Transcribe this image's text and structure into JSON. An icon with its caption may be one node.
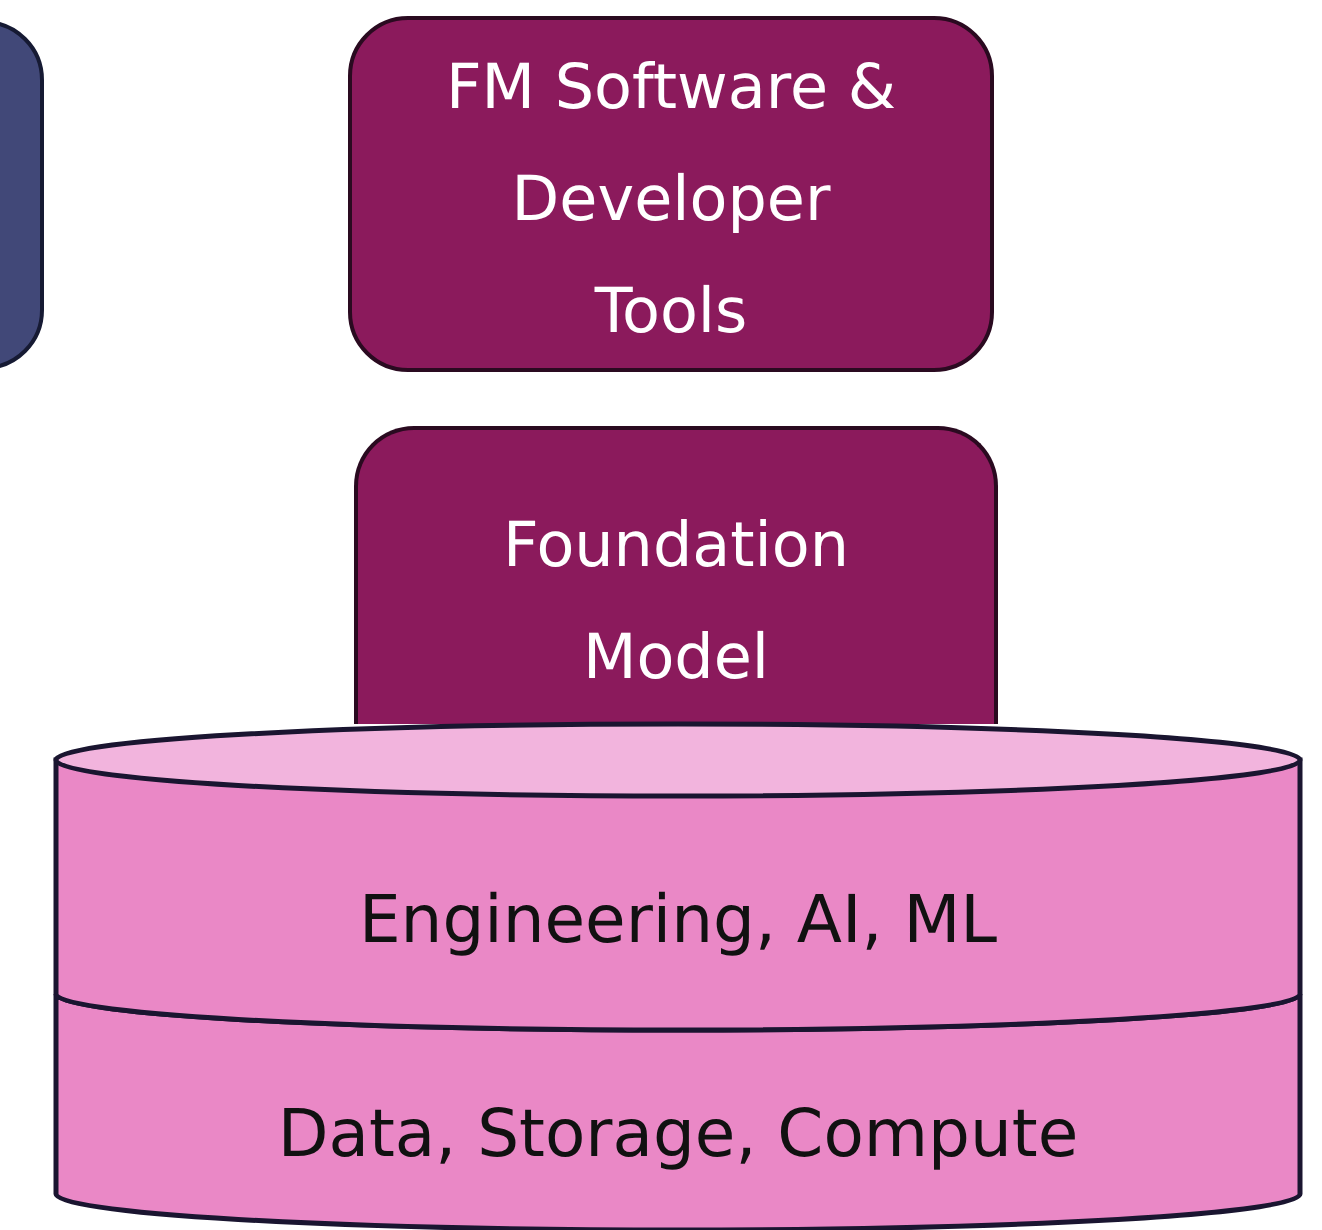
{
  "diagram": {
    "nodes": [
      {
        "text": [],
        "shape": "box"
      },
      {
        "text": [
          "FM Software & Developer Tools"
        ]
      },
      {
        "text": [
          "Foundation Model"
        ]
      },
      {
        "text": [
          "Engineering, AI, ML"
        ]
      },
      {
        "text": [
          "Data, Storage, Compute"
        ]
      }
    ]
  }
}
